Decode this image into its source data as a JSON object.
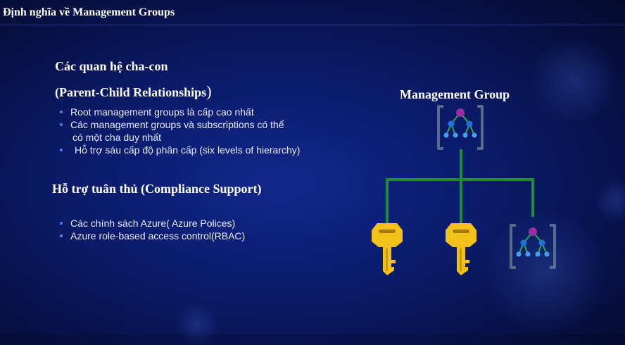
{
  "slide": {
    "title": "Định nghĩa về Management Groups"
  },
  "section_parent_child": {
    "heading": "Các quan hệ cha-con",
    "heading_en": "(Parent-Child Relationships",
    "heading_en_close": ")",
    "bullets": [
      "Root management groups là cấp cao nhất",
      "Các management groups và subscriptions có thể",
      "có một cha duy nhất",
      "Hỗ trợ sáu cấp độ phân cấp (six levels of hierarchy)"
    ]
  },
  "section_compliance": {
    "heading": "Hỗ trợ tuân thủ (Compliance Support)",
    "bullets": [
      "Các chính sách Azure( Azure Polices)",
      "Azure role-based access control(RBAC)"
    ]
  },
  "diagram": {
    "root_label": "Management Group",
    "icons": [
      "management-group-icon",
      "key-icon",
      "key-icon",
      "management-group-icon"
    ],
    "colors": {
      "connector": "#1f8a3a",
      "key": "#f2c21a",
      "node_root": "#9b2f9f",
      "node_child": "#1e73d8",
      "bracket": "#5a6a8a"
    }
  }
}
